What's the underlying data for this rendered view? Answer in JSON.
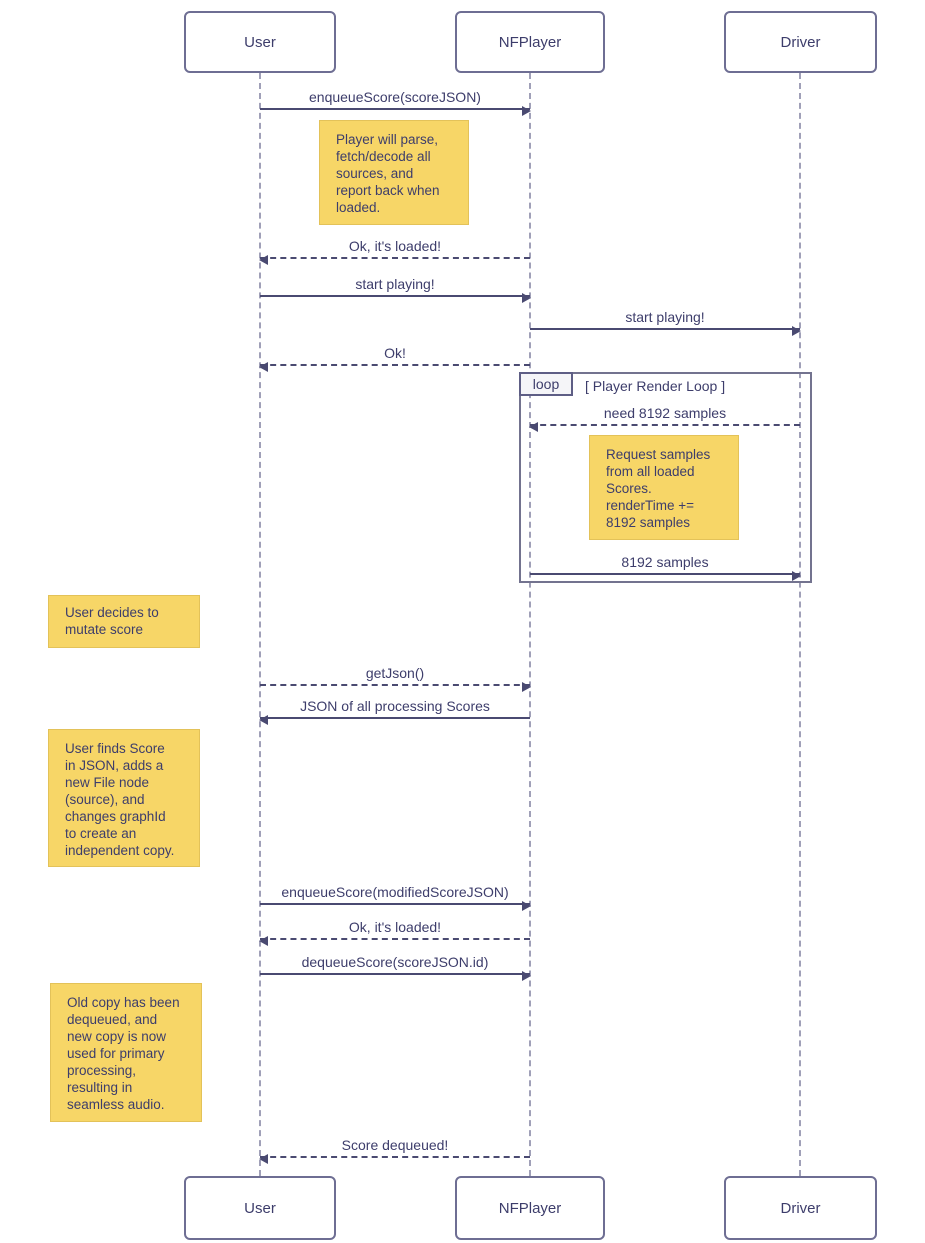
{
  "diagram": {
    "type": "uml-sequence-diagram",
    "colors": {
      "line": "#4a4a71",
      "text": "#3d3d6b",
      "actor_border": "#6e6e93",
      "lifeline": "#a0a0b8",
      "note_fill": "#f7d667",
      "note_border": "#e3c259",
      "frame_border": "#73738f",
      "background": "#ffffff"
    },
    "actors": [
      {
        "name": "User"
      },
      {
        "name": "NFPlayer"
      },
      {
        "name": "Driver"
      }
    ],
    "messages": [
      {
        "label": "enqueueScore(scoreJSON)",
        "from": "User",
        "to": "NFPlayer",
        "style": "solid"
      },
      {
        "label": "Ok, it's loaded!",
        "from": "NFPlayer",
        "to": "User",
        "style": "dashed"
      },
      {
        "label": "start playing!",
        "from": "User",
        "to": "NFPlayer",
        "style": "solid"
      },
      {
        "label": "start playing!",
        "from": "NFPlayer",
        "to": "Driver",
        "style": "solid"
      },
      {
        "label": "Ok!",
        "from": "NFPlayer",
        "to": "User",
        "style": "dashed"
      },
      {
        "label": "need 8192 samples",
        "from": "Driver",
        "to": "NFPlayer",
        "style": "dashed"
      },
      {
        "label": "8192 samples",
        "from": "NFPlayer",
        "to": "Driver",
        "style": "solid"
      },
      {
        "label": "getJson()",
        "from": "User",
        "to": "NFPlayer",
        "style": "dashed"
      },
      {
        "label": "JSON of all processing Scores",
        "from": "NFPlayer",
        "to": "User",
        "style": "solid"
      },
      {
        "label": "enqueueScore(modifiedScoreJSON)",
        "from": "User",
        "to": "NFPlayer",
        "style": "solid"
      },
      {
        "label": "Ok, it's loaded!",
        "from": "NFPlayer",
        "to": "User",
        "style": "dashed"
      },
      {
        "label": "dequeueScore(scoreJSON.id)",
        "from": "User",
        "to": "NFPlayer",
        "style": "solid"
      },
      {
        "label": "Score dequeued!",
        "from": "NFPlayer",
        "to": "User",
        "style": "dashed"
      }
    ],
    "loop": {
      "label": "loop",
      "title": "[ Player Render Loop ]"
    },
    "notes": [
      {
        "text": "Player will parse,\nfetch/decode all\nsources, and\nreport back when\nloaded."
      },
      {
        "text": "Request samples\nfrom all loaded\nScores.\nrenderTime +=\n8192 samples"
      },
      {
        "text": "User decides to\nmutate score"
      },
      {
        "text": "User finds Score\nin JSON, adds a\nnew File node\n(source), and\nchanges graphId\nto create an\nindependent copy."
      },
      {
        "text": "Old copy has been\ndequeued, and\nnew copy is now\nused for primary\nprocessing,\nresulting in\nseamless audio."
      }
    ]
  }
}
